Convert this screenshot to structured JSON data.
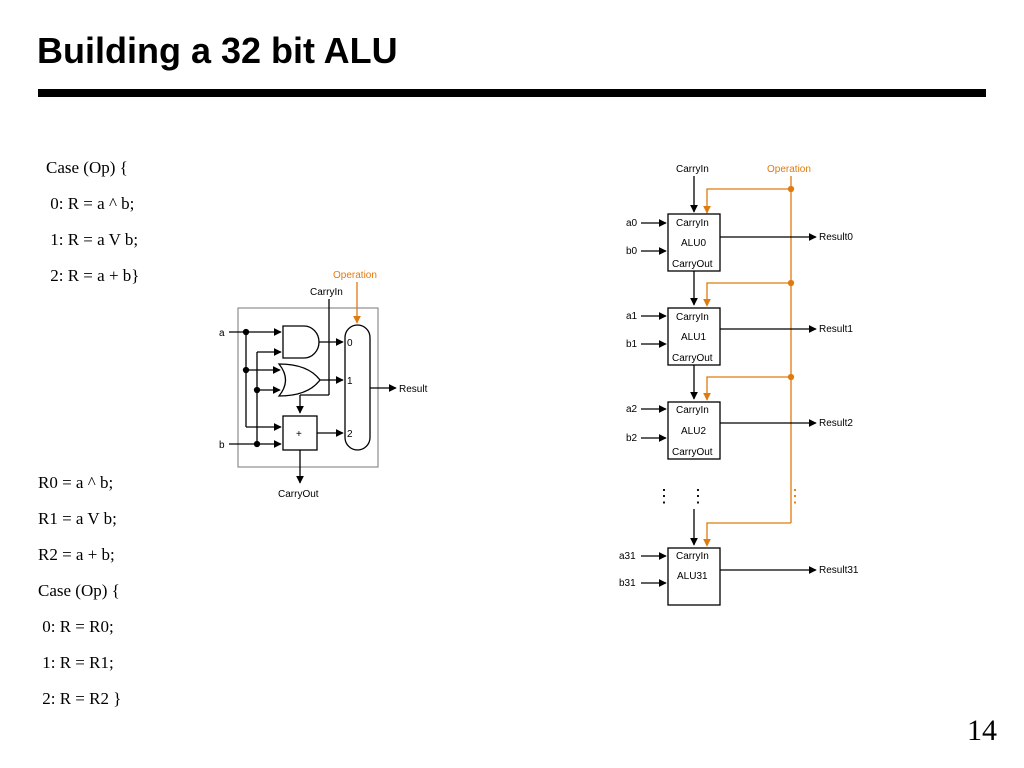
{
  "title": "Building a 32 bit ALU",
  "page_number": "14",
  "code_top": [
    "Case (Op) {",
    " 0: R = a ^ b;",
    " 1: R = a V b;",
    " 2: R = a + b}"
  ],
  "code_bottom": [
    "R0 = a ^ b;",
    "R1 = a V b;",
    "R2 = a + b;",
    "Case (Op) {",
    " 0: R = R0;",
    " 1: R = R1;",
    " 2: R = R2 }"
  ],
  "colors": {
    "operation": "#e07a10",
    "wire": "#000000"
  },
  "single_alu": {
    "operation_label": "Operation",
    "carryin_label": "CarryIn",
    "input_a": "a",
    "input_b": "b",
    "mux_inputs": [
      "0",
      "1",
      "2"
    ],
    "adder_symbol": "+",
    "result_label": "Result",
    "carryout_label": "CarryOut"
  },
  "ripple": {
    "carryin_label": "CarryIn",
    "operation_label": "Operation",
    "stages": [
      {
        "a": "a0",
        "b": "b0",
        "name": "ALU0",
        "cin": "CarryIn",
        "cout": "CarryOut",
        "result": "Result0"
      },
      {
        "a": "a1",
        "b": "b1",
        "name": "ALU1",
        "cin": "CarryIn",
        "cout": "CarryOut",
        "result": "Result1"
      },
      {
        "a": "a2",
        "b": "b2",
        "name": "ALU2",
        "cin": "CarryIn",
        "cout": "CarryOut",
        "result": "Result2"
      },
      {
        "a": "a31",
        "b": "b31",
        "name": "ALU31",
        "cin": "CarryIn",
        "result": "Result31"
      }
    ],
    "ellipsis": "⋮"
  }
}
